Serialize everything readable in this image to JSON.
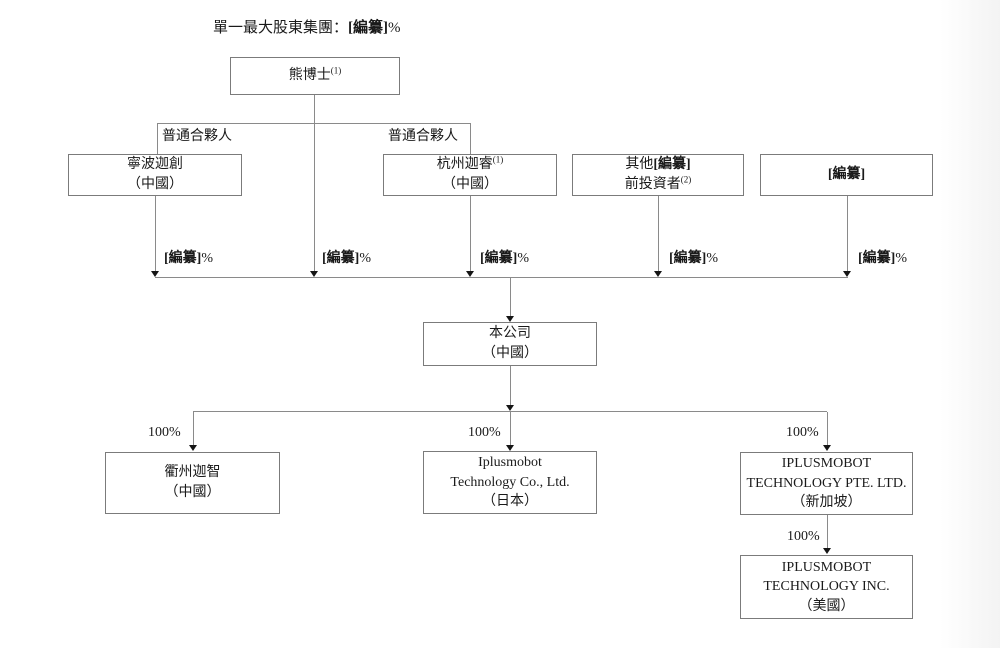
{
  "colors": {
    "background": "#ffffff",
    "line": "#8a8a8a",
    "box_border": "#7b7b7b",
    "text": "#1a1a1a",
    "arrowhead": "#151515"
  },
  "title": {
    "prefix": "單一最大股東集團：",
    "redacted": "[編纂]",
    "suffix": "%"
  },
  "nodes": {
    "xiong": {
      "name": "熊博士",
      "sup": "(1)"
    },
    "ningbo": {
      "line1": "寧波迦創",
      "line2": "（中國）"
    },
    "hangzhou": {
      "line1": "杭州迦睿",
      "sup": "(1)",
      "line2": "（中國）"
    },
    "investors": {
      "line1_prefix": "其他",
      "line1_redacted": "[編纂]",
      "line2": "前投資者",
      "sup": "(2)"
    },
    "redacted": {
      "label": "[編纂]"
    },
    "company": {
      "line1": "本公司",
      "line2": "（中國）"
    },
    "quzhou": {
      "line1": "衢州迦智",
      "line2": "（中國）"
    },
    "japan": {
      "line1": "Iplusmobot",
      "line2": "Technology Co., Ltd.",
      "line3": "（日本）"
    },
    "singapore": {
      "line1": "IPLUSMOBOT",
      "line2": "TECHNOLOGY PTE. LTD.",
      "line3": "（新加坡）"
    },
    "usa": {
      "line1": "IPLUSMOBOT",
      "line2": "TECHNOLOGY INC.",
      "line3": "（美國）"
    }
  },
  "edge_labels": {
    "general_partner": "普通合夥人",
    "pct_redacted": "[編纂]",
    "pct_suffix": "%",
    "pct_100": "100%"
  }
}
